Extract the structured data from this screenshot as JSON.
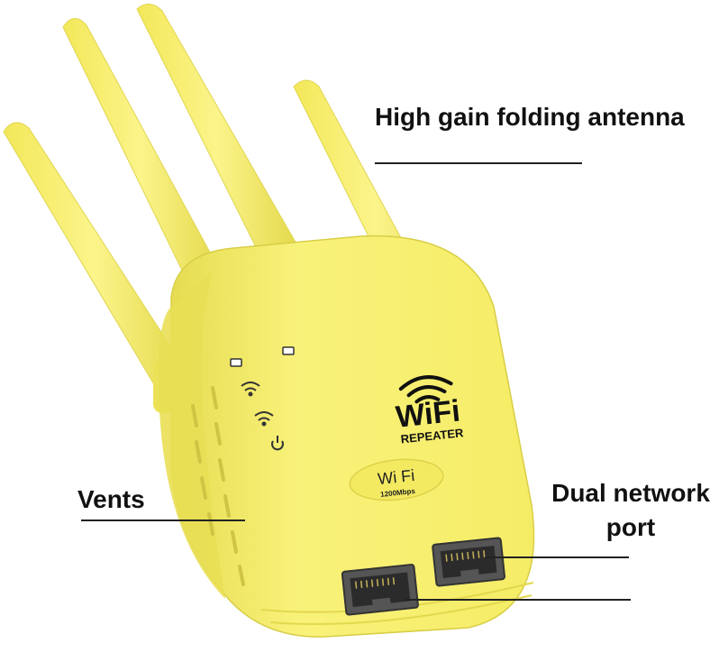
{
  "labels": {
    "antenna": "High gain folding antenna",
    "vents": "Vents",
    "port_line1": "Dual network",
    "port_line2": "port"
  },
  "device": {
    "logo_main": "WiFi",
    "logo_sub": "REPEATER",
    "badge_main": "Wi Fi",
    "badge_sub": "1200Mbps",
    "body_color": "#f7ef6a",
    "shade_color": "#e2d84e"
  }
}
